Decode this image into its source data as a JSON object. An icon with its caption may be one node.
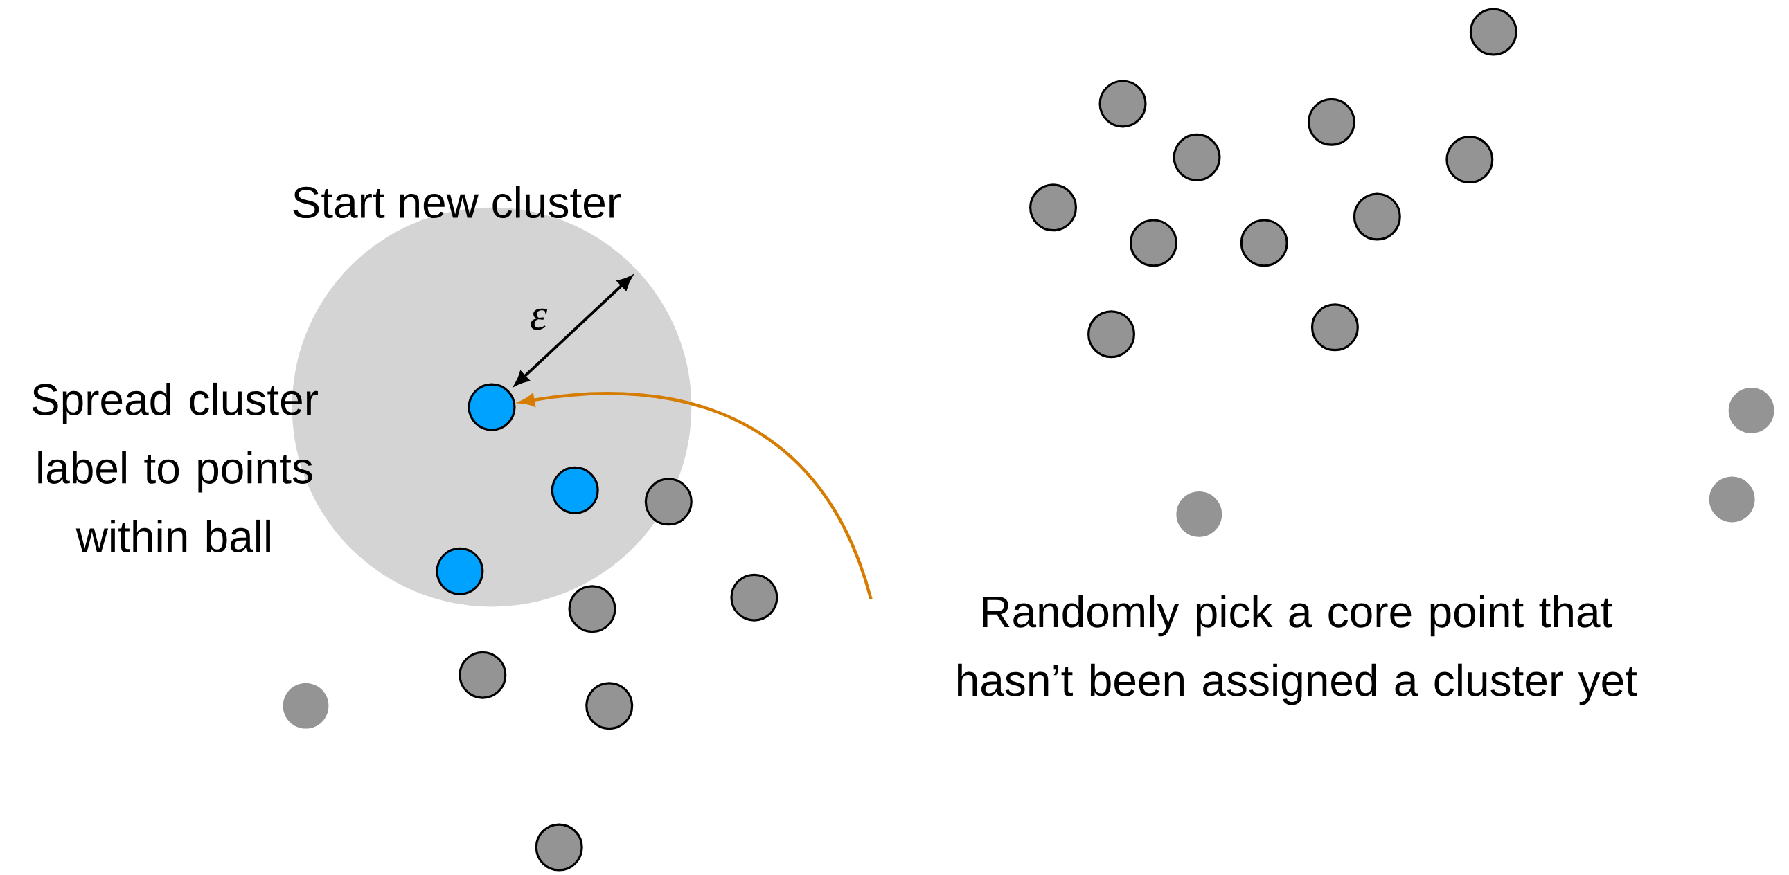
{
  "diagram": {
    "nodes": [
      {
        "text": [
          "Randomly pick a core point that hasn’t been assigned a cluster yet"
        ]
      },
      {
        "text": [],
        "shape": "circle"
      }
    ],
    "edges": [
      {
        "from": 0,
        "to": 1,
        "arrow": "to",
        "color": "#d67c00"
      }
    ],
    "labels": [
      "Start new cluster",
      "Spread cluster label to points within ball",
      "ε"
    ]
  }
}
